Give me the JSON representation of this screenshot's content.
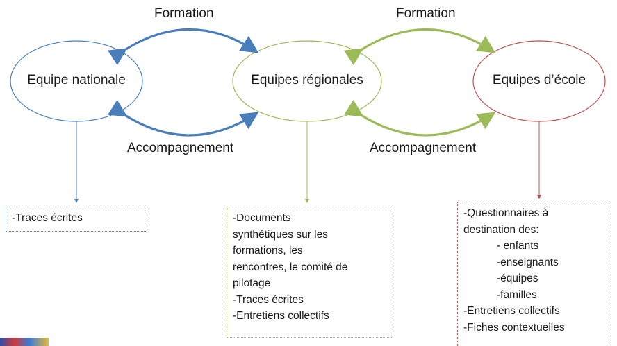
{
  "colors": {
    "national": "#4a7ebb",
    "regional": "#9bbb59",
    "school": "#c0504d"
  },
  "flows": {
    "left_top": "Formation",
    "left_bottom": "Accompagnement",
    "right_top": "Formation",
    "right_bottom": "Accompagnement"
  },
  "nodes": {
    "national": "Equipe nationale",
    "regional": "Equipes régionales",
    "school": "Equipes d’école"
  },
  "boxes": {
    "national": [
      "-Traces écrites"
    ],
    "regional": [
      "-Documents",
      "synthétiques sur les",
      "formations, les",
      "rencontres, le comité de",
      "pilotage",
      "-Traces écrites",
      "-Entretiens collectifs"
    ],
    "school": {
      "intro": [
        "-Questionnaires à",
        "destination des:"
      ],
      "sub": [
        "- enfants",
        "-enseignants",
        "-équipes",
        "-familles"
      ],
      "outro": [
        "-Entretiens collectifs",
        "-Fiches contextuelles"
      ]
    }
  },
  "logo": "decorative-logo"
}
